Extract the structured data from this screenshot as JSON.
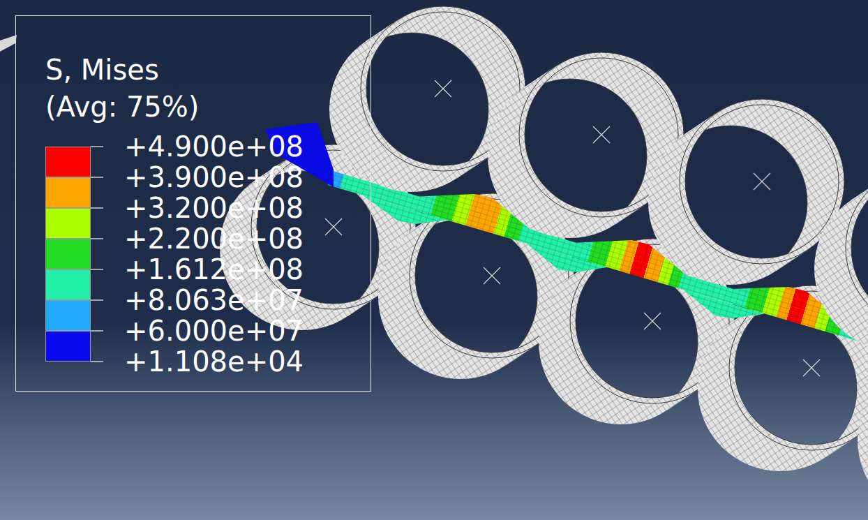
{
  "diagram": {
    "title": "S, Mises",
    "labels": [
      "(Avg: 75%)",
      "+1.108e+04"
    ],
    "legend": [
      {
        "text": "+4.900e+08",
        "color": "#ff0000"
      },
      {
        "text": "+3.900e+08",
        "color": "#ffa500"
      },
      {
        "text": "+3.200e+08",
        "color": "#aaff00"
      },
      {
        "text": "+2.200e+08",
        "color": "#22dd22"
      },
      {
        "text": "+1.612e+08",
        "color": "#22f0a8"
      },
      {
        "text": "+8.063e+07",
        "color": "#22aaff"
      },
      {
        "text": "+6.000e+07",
        "color": "#0a0aee"
      }
    ]
  }
}
